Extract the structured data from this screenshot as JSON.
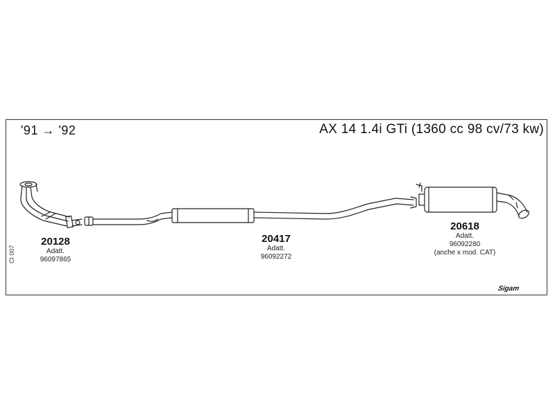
{
  "header": {
    "years": "'91 → '92",
    "model": "AX 14 1.4i GTi (1360 cc 98 cv/73 kw)"
  },
  "parts": [
    {
      "number": "20128",
      "adatt_label": "Adatt.",
      "adatt_code": "96097865",
      "note": ""
    },
    {
      "number": "20417",
      "adatt_label": "Adatt.",
      "adatt_code": "96092272",
      "note": ""
    },
    {
      "number": "20618",
      "adatt_label": "Adatt.",
      "adatt_code": "96092280",
      "note": "(anche x mod. CAT)"
    }
  ],
  "footer": {
    "code": "CI 007",
    "brand": "Sigam"
  }
}
